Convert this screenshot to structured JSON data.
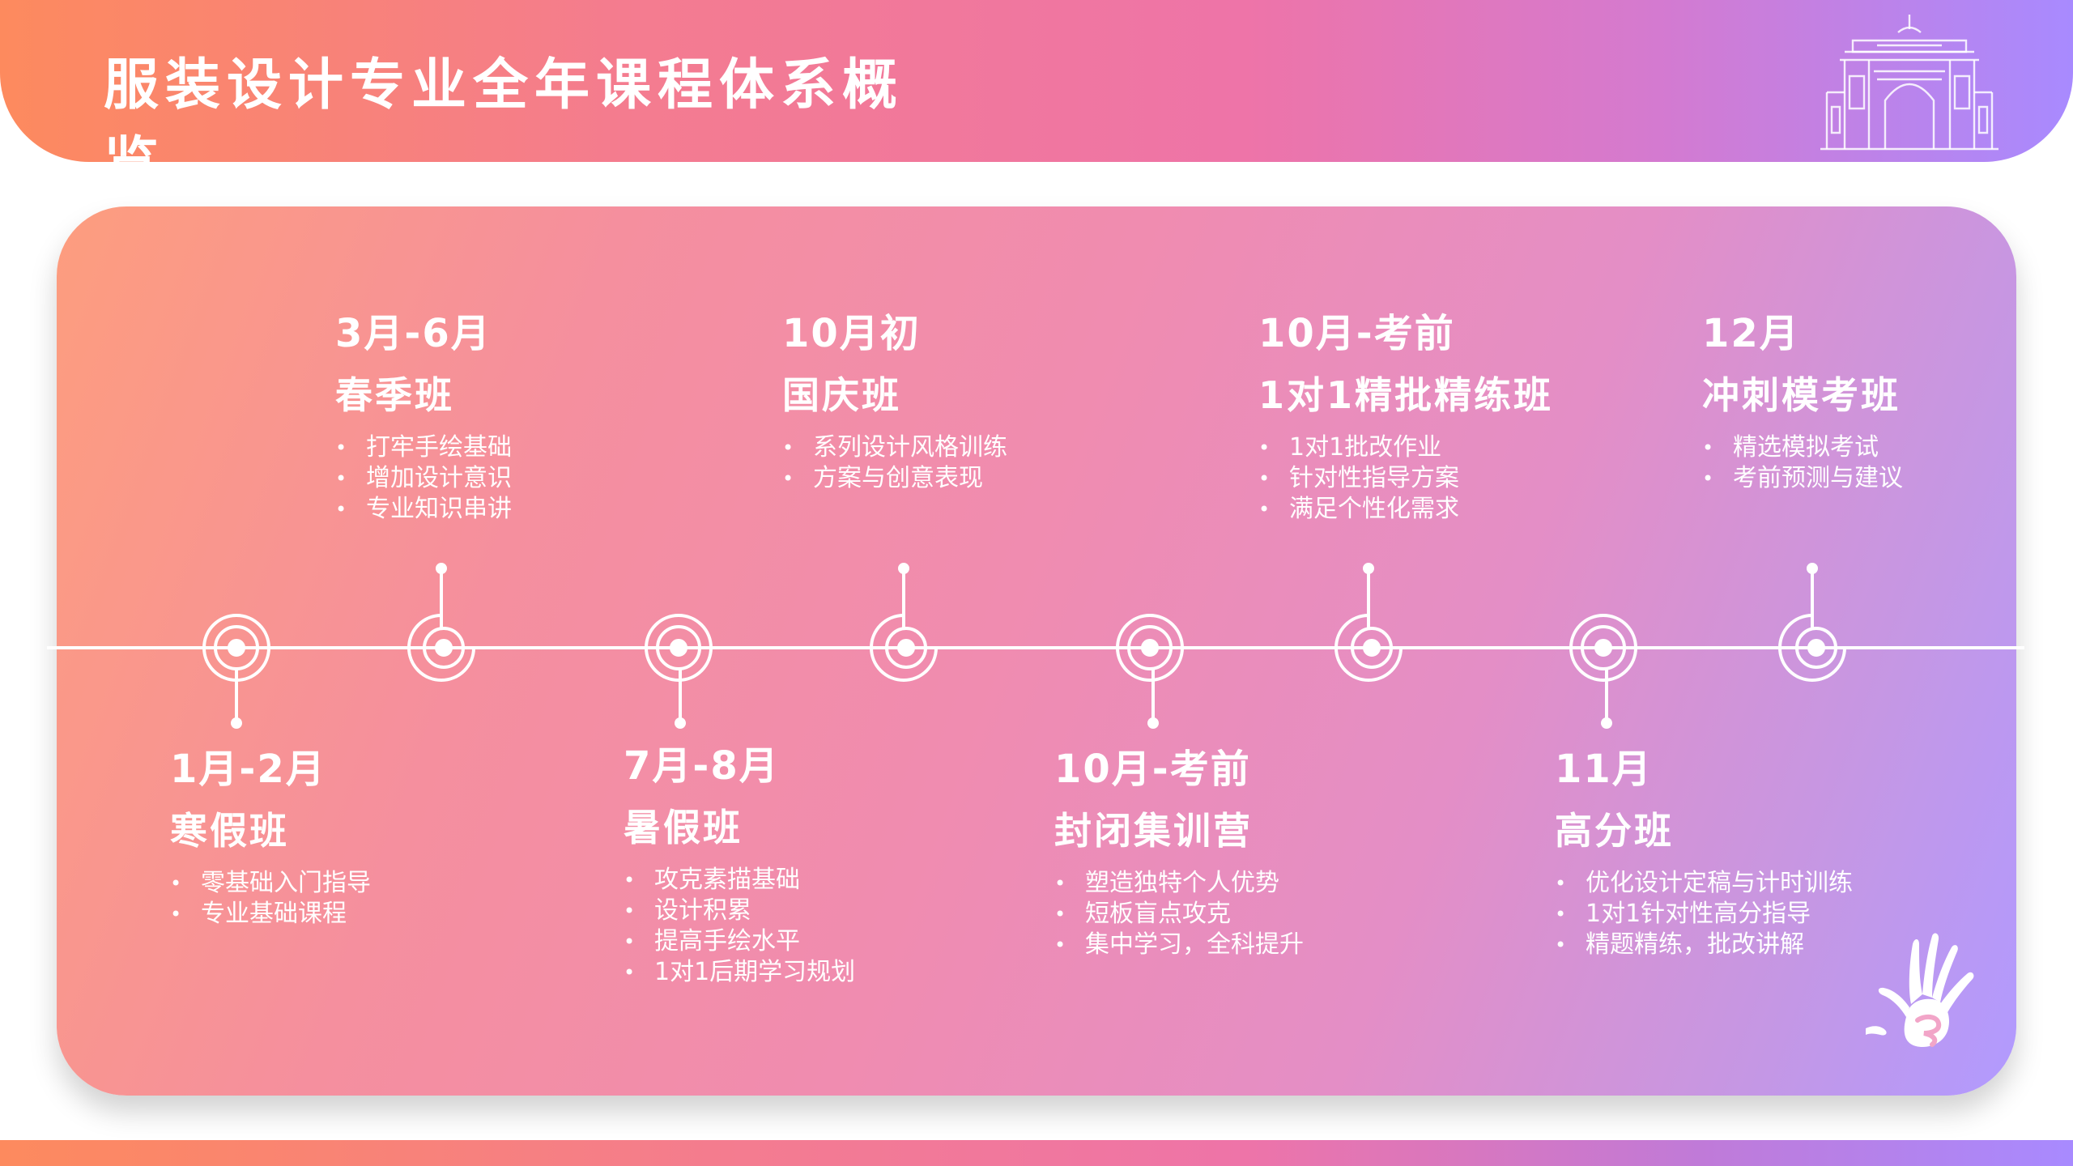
{
  "header": {
    "title": "服装设计专业全年课程体系概览"
  },
  "timeline": {
    "stages": [
      {
        "date": "1月-2月",
        "name": "寒假班",
        "items": [
          "零基础入门指导",
          "专业基础课程"
        ]
      },
      {
        "date": "3月-6月",
        "name": "春季班",
        "items": [
          "打牢手绘基础",
          "增加设计意识",
          "专业知识串讲"
        ]
      },
      {
        "date": "7月-8月",
        "name": "暑假班",
        "items": [
          "攻克素描基础",
          "设计积累",
          "提高手绘水平",
          "1对1后期学习规划"
        ]
      },
      {
        "date": "10月初",
        "name": "国庆班",
        "items": [
          "系列设计风格训练",
          "方案与创意表现"
        ]
      },
      {
        "date": "10月-考前",
        "name": "封闭集训营",
        "items": [
          "塑造独特个人优势",
          "短板盲点攻克",
          "集中学习，全科提升"
        ]
      },
      {
        "date": "10月-考前",
        "name": "1对1精批精练班",
        "items": [
          "1对1批改作业",
          "针对性指导方案",
          "满足个性化需求"
        ]
      },
      {
        "date": "11月",
        "name": "高分班",
        "items": [
          "优化设计定稿与计时训练",
          "1对1针对性高分指导",
          "精题精练，批改讲解"
        ]
      },
      {
        "date": "12月",
        "name": "冲刺模考班",
        "items": [
          "精选模拟考试",
          "考前预测与建议"
        ]
      }
    ]
  },
  "icons": {
    "logo": "university-gate-icon",
    "hand": "hand-print-icon",
    "node": "target-node-icon"
  },
  "colors": {
    "header_start": "#fd8a5e",
    "header_end": "#a88aff",
    "card_start": "#fd9d7e",
    "card_mid": "#f08cb0",
    "card_end": "#b19aff",
    "text": "#ffffff"
  }
}
